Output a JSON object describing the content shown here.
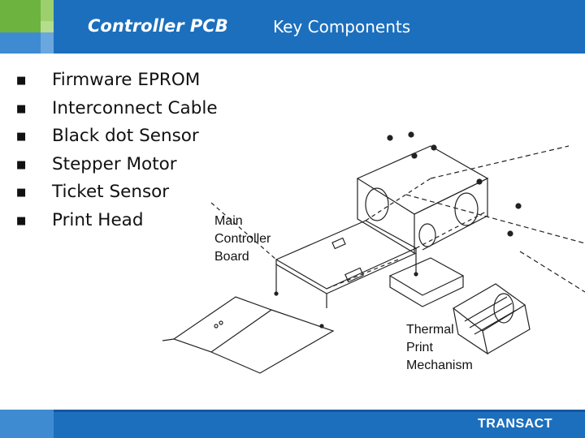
{
  "header": {
    "title": "Controller PCB",
    "subtitle": "Key Components"
  },
  "bullets": [
    "Firmware EPROM",
    "Interconnect Cable",
    "Black dot Sensor",
    "Stepper Motor",
    "Ticket Sensor",
    "Print Head"
  ],
  "bullet_icon": "square-bullet-icon",
  "diagram": {
    "label_main": [
      "Main",
      "Controller",
      "Board"
    ],
    "label_thermal": [
      "Thermal",
      "Print",
      "Mechanism"
    ]
  },
  "footer": {
    "brand": "TRANSACT"
  },
  "colors": {
    "header_blue": "#1c6fbd",
    "accent_green": "#6cb33f"
  }
}
